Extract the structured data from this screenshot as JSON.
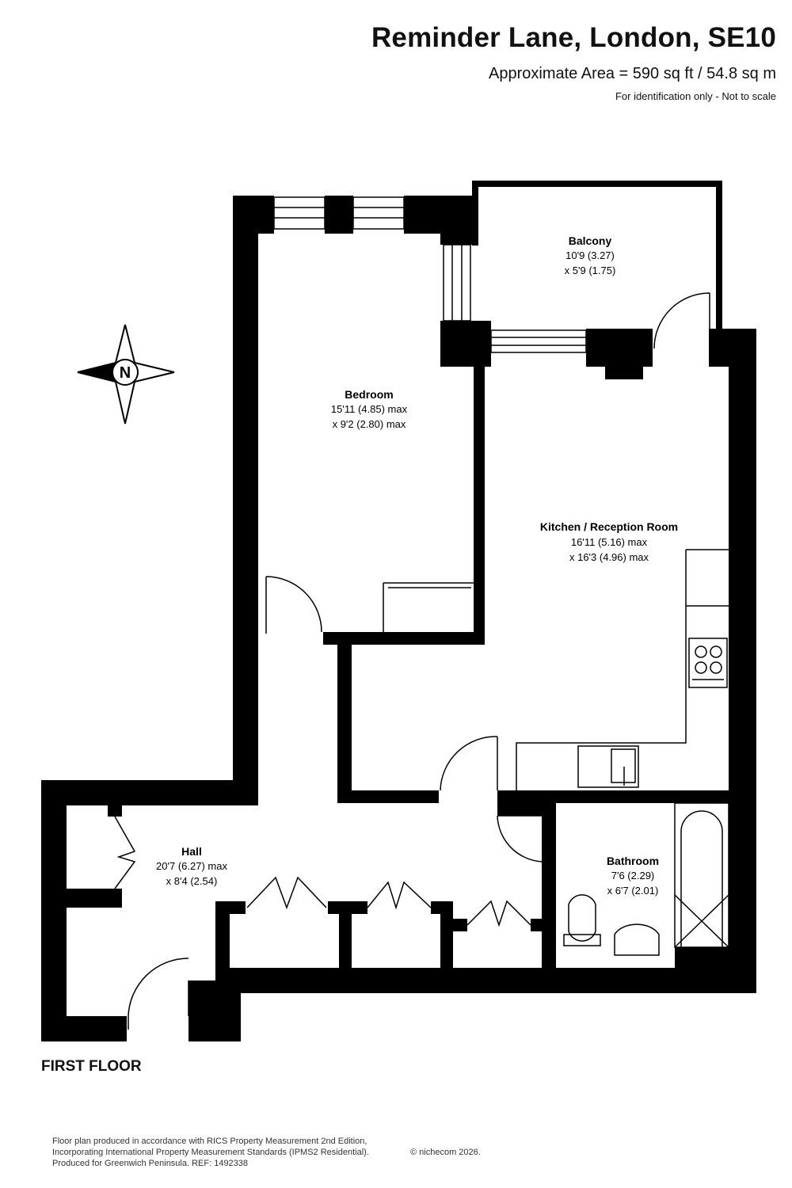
{
  "header": {
    "title": "Reminder Lane, London, SE10",
    "area": "Approximate Area = 590 sq ft / 54.8 sq m",
    "note": "For identification only - Not to scale"
  },
  "compass": {
    "letter": "N"
  },
  "rooms": {
    "balcony": {
      "name": "Balcony",
      "dim1": "10'9 (3.27)",
      "dim2": "x 5'9 (1.75)"
    },
    "bedroom": {
      "name": "Bedroom",
      "dim1": "15'11 (4.85) max",
      "dim2": "x 9'2 (2.80) max"
    },
    "kitchen": {
      "name": "Kitchen / Reception Room",
      "dim1": "16'11 (5.16) max",
      "dim2": "x 16'3 (4.96) max"
    },
    "hall": {
      "name": "Hall",
      "dim1": "20'7 (6.27) max",
      "dim2": "x 8'4 (2.54)"
    },
    "bathroom": {
      "name": "Bathroom",
      "dim1": "7'6 (2.29)",
      "dim2": "x 6'7 (2.01)"
    }
  },
  "floor_label": "FIRST FLOOR",
  "footer": {
    "line1": "Floor plan produced in accordance with RICS Property Measurement 2nd Edition,",
    "line2": "Incorporating International Property Measurement Standards (IPMS2 Residential).",
    "line3": "Produced for Greenwich Peninsula.   REF: 1492338",
    "copyright": "© nichecom 2026."
  },
  "colors": {
    "wall": "#000000",
    "background": "#ffffff",
    "line": "#000000"
  }
}
